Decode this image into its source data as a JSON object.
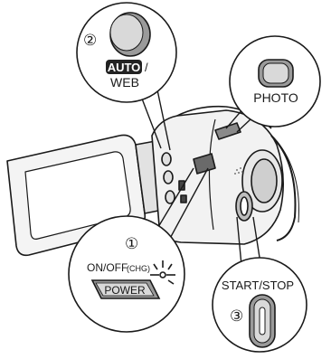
{
  "callouts": {
    "step2": {
      "number": "②",
      "mode_badge": "AUTO",
      "mode_separator": "/",
      "mode_alt": "WEB"
    },
    "photo": {
      "label": "PHOTO"
    },
    "step1": {
      "number": "①",
      "switch_label_main": "ON/OFF",
      "switch_label_sub": "(CHG)",
      "button_label": "POWER"
    },
    "step3": {
      "label": "START/STOP",
      "number": "③"
    }
  },
  "colors": {
    "line": "#1a1a1a",
    "badge": "#222222",
    "button_fill": "#d9d9d9",
    "button_fill_dark": "#9a9a9a",
    "body_fill": "#f2f2f2"
  }
}
